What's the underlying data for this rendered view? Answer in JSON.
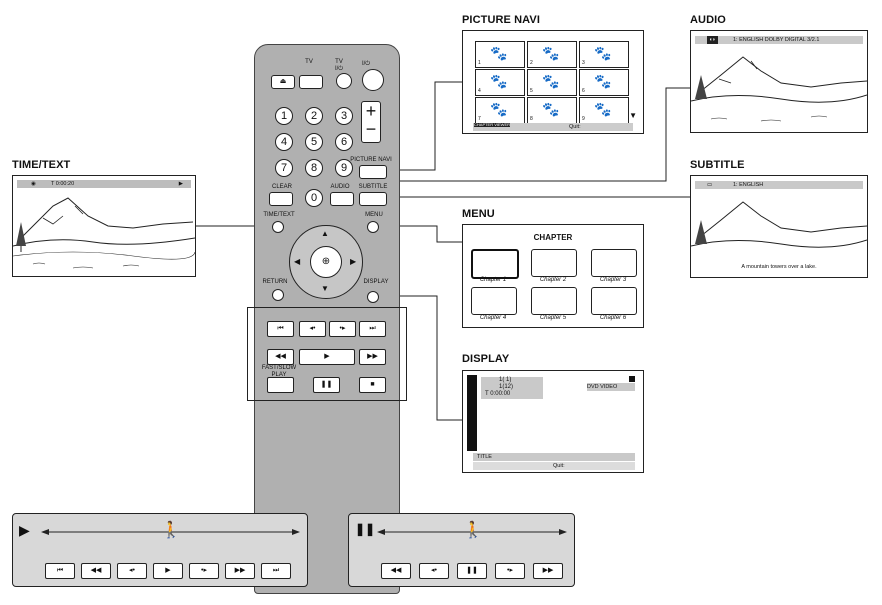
{
  "labels": {
    "time_text": "TIME/TEXT",
    "picture_navi": "PICTURE NAVI",
    "audio": "AUDIO",
    "subtitle": "SUBTITLE",
    "menu": "MENU",
    "display": "DISPLAY"
  },
  "time_text_screen": {
    "bar_text": "T  0:00:20"
  },
  "picture_navi_screen": {
    "numbers": [
      "1",
      "2",
      "3",
      "4",
      "5",
      "6",
      "7",
      "8",
      "9"
    ],
    "footer_left": "CHAPTER VIEWER",
    "footer_quit": "Quit:"
  },
  "audio_screen": {
    "bar_text": "1: ENGLISH  DOLBY DIGITAL  3/2.1"
  },
  "subtitle_screen": {
    "bar_text": "1: ENGLISH",
    "caption": "A mountain towers over a lake."
  },
  "menu_screen": {
    "title": "CHAPTER",
    "chapters": [
      "Chapter 1",
      "Chapter 2",
      "Chapter 3",
      "Chapter 4",
      "Chapter 5",
      "Chapter 6"
    ]
  },
  "display_screen": {
    "rows": [
      "1( 1)",
      "1(12)",
      "T  0:00:00"
    ],
    "format": "DVD VIDEO",
    "footer_title": "TITLE",
    "footer_quit": "Quit:"
  },
  "remote": {
    "tv_label": "TV",
    "tv_power_label": "TV\nI/⏻",
    "power_label": "I/⏻",
    "digits": [
      "1",
      "2",
      "3",
      "4",
      "5",
      "6",
      "7",
      "8",
      "9",
      "0"
    ],
    "clear": "CLEAR",
    "picture_navi": "PICTURE NAVI",
    "audio": "AUDIO",
    "subtitle": "SUBTITLE",
    "time_text": "TIME/TEXT",
    "menu": "MENU",
    "return": "RETURN",
    "display": "DISPLAY",
    "fast_slow_play": "FAST/SLOW PLAY",
    "plus": "+",
    "minus": "−"
  },
  "play_panel": {
    "state_icon": "play-icon"
  },
  "pause_panel": {
    "state_icon": "pause-icon"
  }
}
